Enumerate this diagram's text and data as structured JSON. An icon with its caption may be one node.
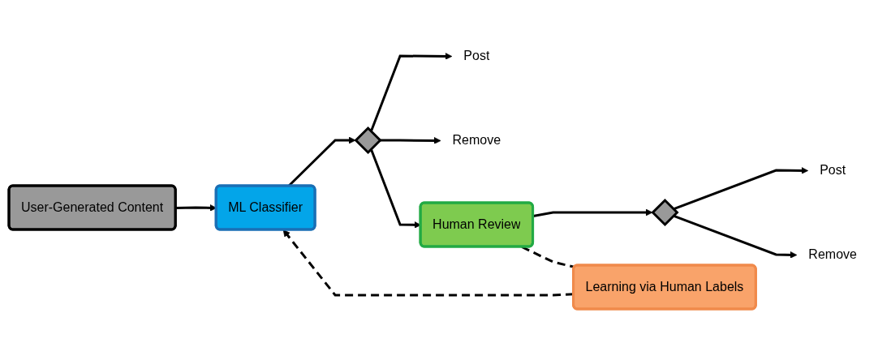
{
  "diagram": {
    "nodes": [
      {
        "text": [
          "User-Generated Content"
        ]
      },
      {
        "text": [
          "ML Classifier"
        ]
      },
      {
        "text": [],
        "shape": "diamond"
      },
      {
        "text": [
          "Post"
        ]
      },
      {
        "text": [
          "Remove"
        ]
      },
      {
        "text": [
          "Human Review"
        ]
      },
      {
        "text": [],
        "shape": "diamond"
      },
      {
        "text": [
          "Post"
        ]
      },
      {
        "text": [
          "Remove"
        ]
      },
      {
        "text": [
          "Learning via Human Labels"
        ]
      }
    ],
    "edges": [
      {
        "from": 0,
        "to": 1,
        "arrow": "to"
      },
      {
        "from": 1,
        "to": 2,
        "arrow": "to"
      },
      {
        "from": 2,
        "to": 3,
        "arrow": "to"
      },
      {
        "from": 2,
        "to": 4,
        "arrow": "to"
      },
      {
        "from": 2,
        "to": 5,
        "arrow": "to"
      },
      {
        "from": 5,
        "to": 6,
        "arrow": "to"
      },
      {
        "from": 6,
        "to": 7,
        "arrow": "to"
      },
      {
        "from": 6,
        "to": 8,
        "arrow": "to"
      },
      {
        "from": 5,
        "to": 9,
        "arrow": "none",
        "style": "dashed"
      },
      {
        "from": 9,
        "to": 1,
        "arrow": "to",
        "style": "dashed"
      }
    ]
  }
}
